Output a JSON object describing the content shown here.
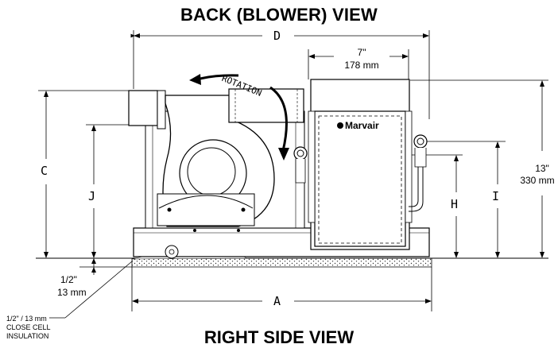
{
  "titles": {
    "top": "BACK (BLOWER) VIEW",
    "bottom": "RIGHT SIDE VIEW"
  },
  "dimensions": {
    "D": "D",
    "A": "A",
    "C": "C",
    "J": "J",
    "H": "H",
    "I": "I",
    "width_imperial": "7\"",
    "width_metric": "178 mm",
    "height_imperial": "13\"",
    "height_metric": "330 mm",
    "base_imperial": "1/2\"",
    "base_metric": "13 mm"
  },
  "insulation": {
    "line1": "1/2\" / 13 mm",
    "line2": "CLOSE CELL",
    "line3": "INSULATION"
  },
  "brand": "Marvair",
  "rotation_label": "ROTATION"
}
